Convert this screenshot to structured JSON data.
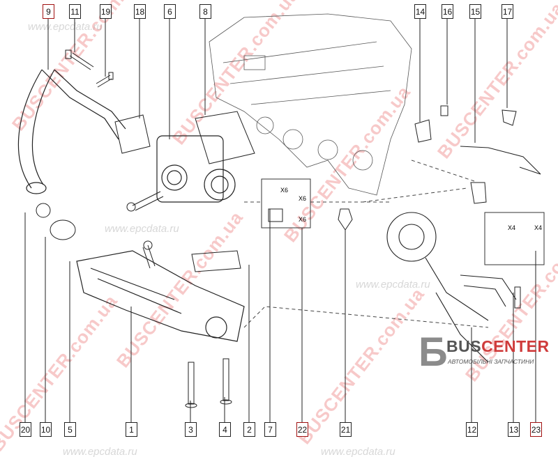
{
  "diagram": {
    "callouts_top": [
      "9",
      "11",
      "19",
      "18",
      "6",
      "8",
      "14",
      "16",
      "15",
      "17"
    ],
    "callouts_bottom": [
      "20",
      "10",
      "5",
      "1",
      "3",
      "4",
      "2",
      "7",
      "22",
      "21",
      "12",
      "13",
      "23"
    ],
    "highlighted": [
      "9",
      "22",
      "23"
    ],
    "kit_labels": {
      "x6a": "X6",
      "x6b": "X6",
      "x6c": "X6",
      "x4a": "X4",
      "x4b": "X4"
    }
  },
  "watermarks": {
    "brand": "BUSCENTER.com.ua",
    "site": "www.epcdata.ru"
  },
  "logo": {
    "name_part1": "BUS",
    "name_part2": "CENTER",
    "tagline": "АВТОМОБІЛЬНІ ЗАПЧАСТИНИ",
    "mark": "Б"
  },
  "colors": {
    "watermark": "#e13c3c",
    "logo_red": "#cf3b3b",
    "line": "#222222"
  }
}
